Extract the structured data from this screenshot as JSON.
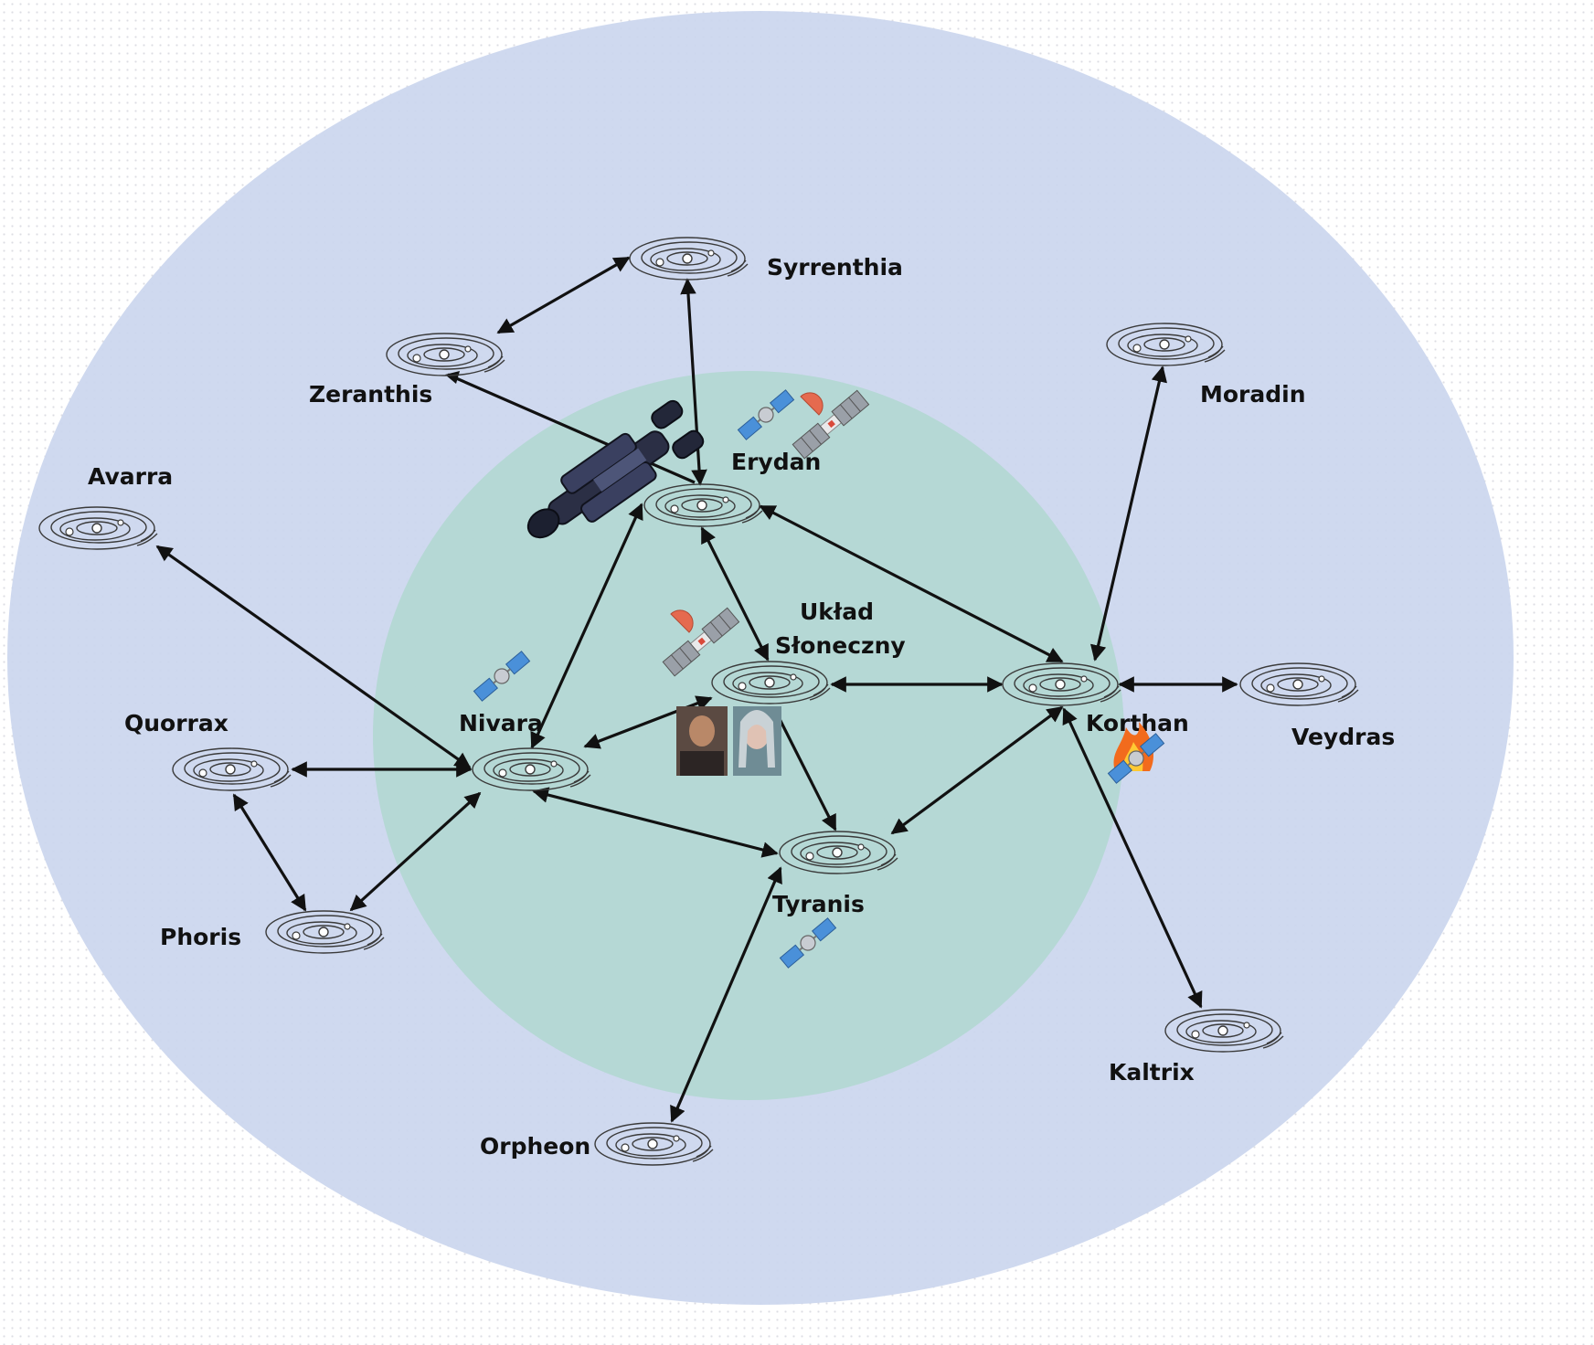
{
  "colors": {
    "outer_region": "#cbd6ee",
    "inner_region": "#b0d7d0",
    "edge": "#111111",
    "label": "#111111"
  },
  "systems": {
    "syrrenthia": "Syrrenthia",
    "zeranthis": "Zeranthis",
    "moradin": "Moradin",
    "avarra": "Avarra",
    "erydan": "Erydan",
    "uklad_line1": "Układ",
    "uklad_line2": "Słoneczny",
    "korthan": "Korthan",
    "veydras": "Veydras",
    "quorrax": "Quorrax",
    "nivara": "Nivara",
    "phoris": "Phoris",
    "tyranis": "Tyranis",
    "kaltrix": "Kaltrix",
    "orpheon": "Orpheon"
  },
  "connections": [
    [
      "Syrrenthia",
      "Zeranthis"
    ],
    [
      "Syrrenthia",
      "Erydan"
    ],
    [
      "Zeranthis",
      "Erydan"
    ],
    [
      "Erydan",
      "Nivara"
    ],
    [
      "Erydan",
      "Układ Słoneczny"
    ],
    [
      "Erydan",
      "Korthan"
    ],
    [
      "Moradin",
      "Korthan"
    ],
    [
      "Avarra",
      "Nivara"
    ],
    [
      "Układ Słoneczny",
      "Korthan"
    ],
    [
      "Korthan",
      "Veydras"
    ],
    [
      "Układ Słoneczny",
      "Nivara"
    ],
    [
      "Układ Słoneczny",
      "Tyranis"
    ],
    [
      "Korthan",
      "Tyranis"
    ],
    [
      "Korthan",
      "Kaltrix"
    ],
    [
      "Quorrax",
      "Nivara"
    ],
    [
      "Quorrax",
      "Phoris"
    ],
    [
      "Phoris",
      "Nivara"
    ],
    [
      "Nivara",
      "Tyranis"
    ],
    [
      "Tyranis",
      "Orpheon"
    ]
  ],
  "icons": {
    "spaceship": "spaceship-icon",
    "satellite": "satellite-icon",
    "satellite_dish": "satellite-dish-icon",
    "fire": "fire-icon",
    "portrait_man": "portrait-man",
    "portrait_woman": "portrait-woman"
  }
}
